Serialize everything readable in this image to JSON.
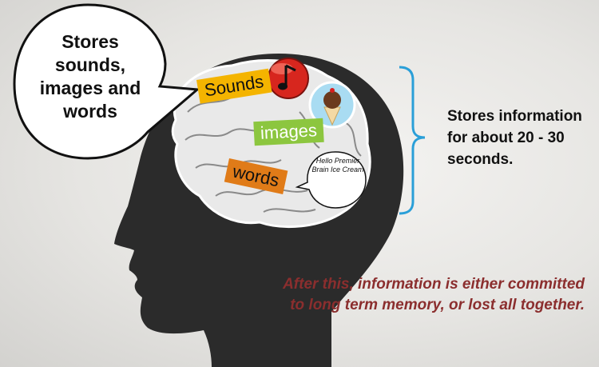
{
  "bubble": {
    "text": "Stores sounds, images and words"
  },
  "tags": {
    "sounds": "Sounds",
    "images": "images",
    "words": "words"
  },
  "small_bubble": {
    "text": "Hello Premier Brain Ice Cream"
  },
  "info": {
    "text": "Stores information for about 20 - 30 seconds."
  },
  "note": {
    "text": "After this, information is either committed to long term memory, or lost all together."
  },
  "icons": [
    "music-note-icon",
    "ice-cream-icon"
  ],
  "colors": {
    "head": "#2b2b2b",
    "sounds_tag": "#f4b400",
    "images_tag": "#8cc63f",
    "words_tag": "#e07b18",
    "brace": "#2a9fd8",
    "note_text": "#8b2e2e"
  }
}
